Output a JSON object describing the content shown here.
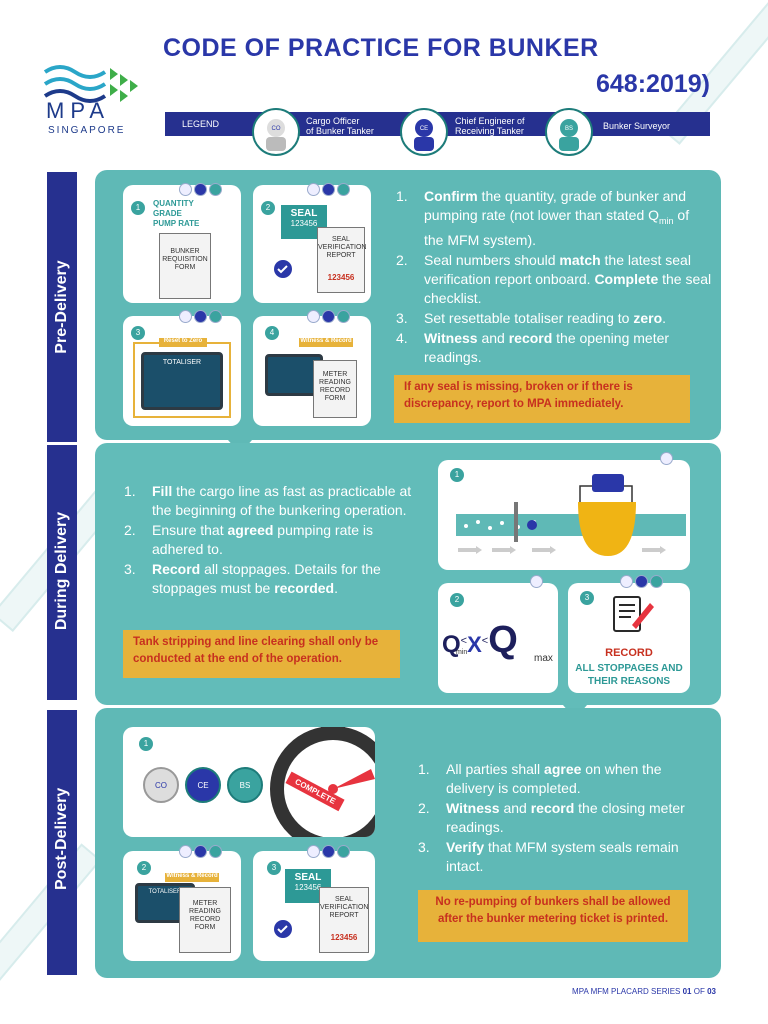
{
  "header": {
    "logo_text": "MPA",
    "logo_subtext": "SINGAPORE",
    "title_line1": "CODE OF PRACTICE FOR BUNKER",
    "title_line2": "648:2019)"
  },
  "legend": {
    "label": "LEGEND",
    "roles": [
      {
        "badge": "CO",
        "name_line1": "Cargo Officer",
        "name_line2": "of Bunker Tanker"
      },
      {
        "badge": "CE",
        "name_line1": "Chief Engineer of",
        "name_line2": "Receiving Tanker"
      },
      {
        "badge": "BS",
        "name_line1": "Bunker Surveyor",
        "name_line2": ""
      }
    ]
  },
  "pre_delivery": {
    "tab_label": "Pre-Delivery",
    "card1": {
      "num": "1",
      "checks": [
        "QUANTITY",
        "GRADE",
        "PUMP RATE"
      ],
      "form": "BUNKER REQUISITION FORM"
    },
    "card2": {
      "num": "2",
      "seal_label": "SEAL",
      "seal_number": "123456",
      "form": "SEAL VERIFICATION REPORT",
      "report_number": "123456"
    },
    "card3": {
      "num": "3",
      "banner": "Reset to Zero",
      "screen_title": "TOTALISER"
    },
    "card4": {
      "num": "4",
      "banner": "Witness & Record",
      "form": "METER READING RECORD FORM"
    },
    "steps": [
      {
        "n": "1.",
        "strong": "Confirm",
        "rest": " the quantity, grade of bunker and pumping rate (not lower than stated Q",
        "sub": "min",
        "tail": " of the MFM system)."
      },
      {
        "n": "2.",
        "text_a": "Seal numbers should ",
        "strong_a": "match",
        "text_b": " the latest seal verification report onboard. ",
        "strong_b": "Complete",
        "text_c": " the seal checklist."
      },
      {
        "n": "3.",
        "text_a": "Set resettable totaliser reading to ",
        "strong_a": "zero",
        "text_b": "."
      },
      {
        "n": "4.",
        "strong_a": "Witness",
        "text_a": " and ",
        "strong_b": "record",
        "text_b": " the opening meter readings."
      }
    ],
    "warning": "If any seal is missing, broken or if there is discrepancy, report to MPA immediately."
  },
  "during_delivery": {
    "tab_label": "During Delivery",
    "steps": [
      {
        "n": "1.",
        "strong": "Fill",
        "rest": " the cargo line as fast as practicable at the beginning of the bunkering operation."
      },
      {
        "n": "2.",
        "text_a": "Ensure that ",
        "strong_a": "agreed",
        "text_b": " pumping rate is adhered to."
      },
      {
        "n": "3.",
        "strong_a": "Record",
        "text_a": " all stoppages. Details for the stoppages must be ",
        "strong_b": "recorded",
        "text_b": "."
      }
    ],
    "warning": "Tank stripping and line clearing shall only be conducted at the end of the operation.",
    "card1": {
      "num": "1"
    },
    "card2": {
      "num": "2",
      "q": "Q",
      "x": "X",
      "lt": "<",
      "min": "min",
      "max": "max"
    },
    "card3": {
      "num": "3",
      "record": "RECORD",
      "subtitle": "ALL STOPPAGES AND THEIR REASONS"
    }
  },
  "post_delivery": {
    "tab_label": "Post-Delivery",
    "card1": {
      "num": "1",
      "badges": [
        "CO",
        "CE",
        "BS"
      ],
      "complete": "COMPLETE"
    },
    "card2": {
      "num": "2",
      "banner": "Witness & Record",
      "screen_title": "TOTALISER",
      "form": "METER READING RECORD FORM"
    },
    "card3": {
      "num": "3",
      "seal_label": "SEAL",
      "seal_number": "123456",
      "form": "SEAL VERIFICATION REPORT",
      "report_number": "123456"
    },
    "steps": [
      {
        "n": "1.",
        "text_a": "All parties shall ",
        "strong_a": "agree",
        "text_b": " on when the delivery is completed."
      },
      {
        "n": "2.",
        "strong_a": "Witness",
        "text_a": " and ",
        "strong_b": "record",
        "text_b": " the closing meter readings."
      },
      {
        "n": "3.",
        "strong_a": "Verify",
        "text_a": " that MFM system seals remain intact."
      }
    ],
    "warning": "No re-pumping of bunkers shall be allowed after the bunker metering ticket is printed."
  },
  "footer": {
    "series": "MPA MFM PLACARD SERIES",
    "current": "01",
    "of": "OF",
    "total": "03"
  },
  "colors": {
    "navy": "#2a37a8",
    "teal": "#5fb9b6",
    "warning_bg": "#e7b23a",
    "warning_text": "#c7301f"
  }
}
